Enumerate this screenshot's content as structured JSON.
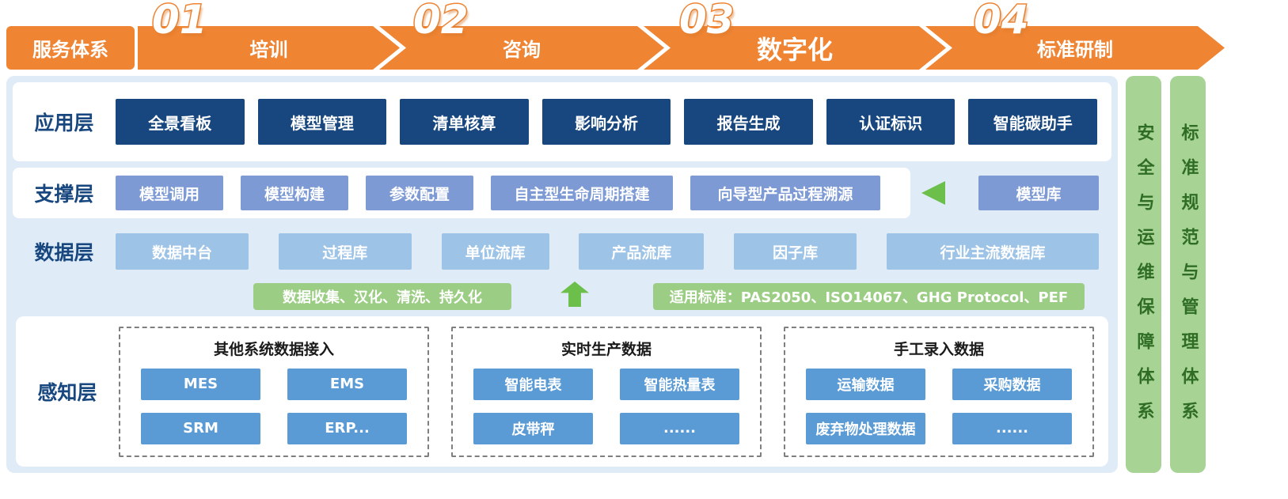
{
  "banner": {
    "service_label": "服务体系",
    "steps": [
      {
        "num": "01",
        "label": "培训"
      },
      {
        "num": "02",
        "label": "咨询"
      },
      {
        "num": "03",
        "label": "数字化"
      },
      {
        "num": "04",
        "label": "标准研制"
      }
    ]
  },
  "layers": {
    "application": {
      "label": "应用层",
      "items": [
        "全景看板",
        "模型管理",
        "清单核算",
        "影响分析",
        "报告生成",
        "认证标识",
        "智能碳助手"
      ]
    },
    "support": {
      "label": "支撑层",
      "items": [
        "模型调用",
        "模型构建",
        "参数配置",
        "自主型生命周期搭建",
        "向导型产品过程溯源"
      ],
      "model_lib": "模型库"
    },
    "data": {
      "label": "数据层",
      "items": [
        "数据中台",
        "过程库",
        "单位流库",
        "产品流库",
        "因子库",
        "行业主流数据库"
      ]
    },
    "middle": {
      "left_banner": "数据收集、汉化、清洗、持久化",
      "right_banner": "适用标准：PAS2050、ISO14067、GHG Protocol、PEF"
    },
    "perception": {
      "label": "感知层",
      "groups": [
        {
          "title": "其他系统数据接入",
          "items": [
            "MES",
            "EMS",
            "SRM",
            "ERP..."
          ]
        },
        {
          "title": "实时生产数据",
          "items": [
            "智能电表",
            "智能热量表",
            "皮带秤",
            "......"
          ]
        },
        {
          "title": "手工录入数据",
          "items": [
            "运输数据",
            "采购数据",
            "废弃物处理数据",
            "......"
          ]
        }
      ]
    }
  },
  "side_bars": [
    {
      "label": "安全与运维保障体系"
    },
    {
      "label": "标准规范与管理体系"
    }
  ],
  "colors": {
    "orange": "#EF8433",
    "navy": "#17477E",
    "support_blue": "#7D9AD4",
    "data_blue": "#9DC3E6",
    "perception_blue": "#5B9BD5",
    "green_banner": "#9CCD84",
    "green_arrow": "#6CBF4A",
    "side_green": "#A7D394",
    "side_text_green": "#2F6D25",
    "body_bg": "#DFEBF7"
  }
}
